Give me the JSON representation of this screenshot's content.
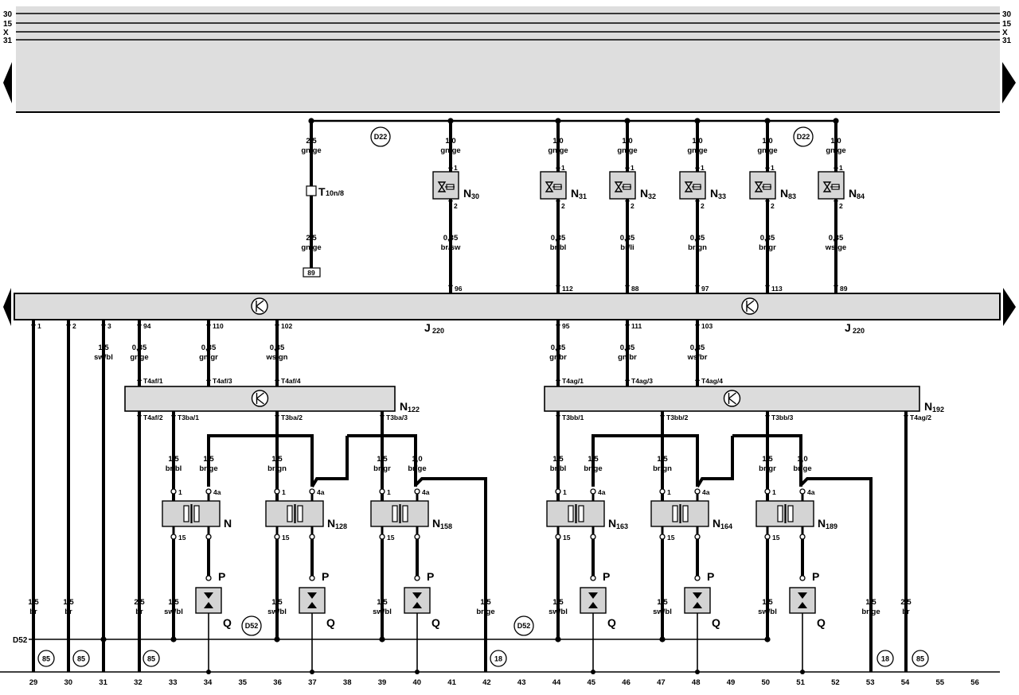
{
  "rails": {
    "left": [
      "30",
      "15",
      "X",
      "31"
    ],
    "right": [
      "30",
      "15",
      "X",
      "31"
    ]
  },
  "top_points": [
    "D22",
    "D22"
  ],
  "bottom_points": [
    "D52",
    "D52"
  ],
  "branch_label": "D52",
  "upper_wires": [
    {
      "cs": "2,5",
      "color": "gn/ge"
    },
    {
      "cs": "1,0",
      "color": "gn/ge"
    },
    {
      "cs": "1,0",
      "color": "gn/ge"
    },
    {
      "cs": "1,0",
      "color": "gn/ge"
    },
    {
      "cs": "1,0",
      "color": "gn/ge"
    },
    {
      "cs": "1,0",
      "color": "gn/ge"
    },
    {
      "cs": "1,0",
      "color": "gn/ge"
    }
  ],
  "connector_t10": {
    "letter": "T",
    "sub": "10n/8",
    "lower_cs": "2,5",
    "lower_color": "gn/ge",
    "ref": "89"
  },
  "injectors": [
    {
      "name": "N",
      "sub": "30",
      "pin_top": "1",
      "pin_bottom": "2",
      "cs": "0,35",
      "color": "br/sw",
      "pin": "96"
    },
    {
      "name": "N",
      "sub": "31",
      "pin_top": "1",
      "pin_bottom": "2",
      "cs": "0,35",
      "color": "br/bl",
      "pin": "112"
    },
    {
      "name": "N",
      "sub": "32",
      "pin_top": "1",
      "pin_bottom": "2",
      "cs": "0,35",
      "color": "br/li",
      "pin": "88"
    },
    {
      "name": "N",
      "sub": "33",
      "pin_top": "1",
      "pin_bottom": "2",
      "cs": "0,35",
      "color": "br/gn",
      "pin": "97"
    },
    {
      "name": "N",
      "sub": "83",
      "pin_top": "1",
      "pin_bottom": "2",
      "cs": "0,35",
      "color": "br/gr",
      "pin": "113"
    },
    {
      "name": "N",
      "sub": "84",
      "pin_top": "1",
      "pin_bottom": "2",
      "cs": "0,35",
      "color": "ws/ge",
      "pin": "89"
    }
  ],
  "ecu": {
    "name": "J",
    "sub": "220"
  },
  "ecu_bottom_pins": [
    "1",
    "2",
    "3",
    "94",
    "110",
    "102",
    "95",
    "111",
    "103"
  ],
  "wire_3": {
    "cs": "1,5",
    "color": "sw/bl"
  },
  "stage_mods": [
    {
      "name": "N",
      "sub": "122",
      "inputs": [
        {
          "pin": "94",
          "cs": "0,35",
          "color": "gr/ge",
          "conn": "T4af/1"
        },
        {
          "pin": "110",
          "cs": "0,35",
          "color": "gn/gr",
          "conn": "T4af/3"
        },
        {
          "pin": "102",
          "cs": "0,35",
          "color": "ws/gn",
          "conn": "T4af/4"
        }
      ],
      "outputs": [
        "T4af/2",
        "T3ba/1",
        "T3ba/2",
        "T3ba/3"
      ]
    },
    {
      "name": "N",
      "sub": "192",
      "inputs": [
        {
          "pin": "95",
          "cs": "0,35",
          "color": "gr/br",
          "conn": "T4ag/1"
        },
        {
          "pin": "111",
          "cs": "0,35",
          "color": "gn/br",
          "conn": "T4ag/3"
        },
        {
          "pin": "103",
          "cs": "0,35",
          "color": "ws/br",
          "conn": "T4ag/4"
        }
      ],
      "outputs": [
        "T3bb/1",
        "T3bb/2",
        "T3bb/3",
        "T4ag/2"
      ]
    }
  ],
  "coils": [
    {
      "name": "N",
      "sub": "",
      "in_cs": "1,5",
      "in_color": "br/bl",
      "a_cs": "1,5",
      "a_color": "br/ge",
      "pin1": "1",
      "pin4a": "4a",
      "pin15": "15",
      "gnd_cs": "1,5",
      "gnd_color": "sw/bl",
      "plug": "P",
      "spark": "Q"
    },
    {
      "name": "N",
      "sub": "128",
      "in_cs": "1,5",
      "in_color": "br/gn",
      "pin1": "1",
      "pin4a": "4a",
      "pin15": "15",
      "gnd_cs": "1,5",
      "gnd_color": "sw/bl",
      "plug": "P",
      "spark": "Q"
    },
    {
      "name": "N",
      "sub": "158",
      "in_cs": "1,5",
      "in_color": "br/gr",
      "a_cs": "1,0",
      "a_color": "br/ge",
      "pin1": "1",
      "pin4a": "4a",
      "pin15": "15",
      "gnd_cs": "1,5",
      "gnd_color": "sw/bl",
      "plug": "P",
      "spark": "Q"
    },
    {
      "name": "N",
      "sub": "163",
      "in_cs": "1,5",
      "in_color": "br/bl",
      "a_cs": "1,5",
      "a_color": "br/ge",
      "pin1": "1",
      "pin4a": "4a",
      "pin15": "15",
      "gnd_cs": "1,5",
      "gnd_color": "sw/bl",
      "plug": "P",
      "spark": "Q"
    },
    {
      "name": "N",
      "sub": "164",
      "in_cs": "1,5",
      "in_color": "br/gn",
      "pin1": "1",
      "pin4a": "4a",
      "pin15": "15",
      "gnd_cs": "1,5",
      "gnd_color": "sw/bl",
      "plug": "P",
      "spark": "Q"
    },
    {
      "name": "N",
      "sub": "189",
      "in_cs": "1,5",
      "in_color": "br/gr",
      "a_cs": "1,0",
      "a_color": "br/ge",
      "pin1": "1",
      "pin4a": "4a",
      "pin15": "15",
      "gnd_cs": "1,5",
      "gnd_color": "sw/bl",
      "plug": "P",
      "spark": "Q"
    }
  ],
  "bottom_wires": [
    {
      "cs": "1,5",
      "color": "br"
    },
    {
      "cs": "1,5",
      "color": "br"
    },
    {
      "cs": "2,5",
      "color": "br"
    },
    {
      "cs": "1,5",
      "color": "br/ge"
    },
    {
      "cs": "1,5",
      "color": "br/ge"
    },
    {
      "cs": "2,5",
      "color": "br"
    }
  ],
  "ground_refs": [
    "85",
    "85",
    "85",
    "18",
    "18",
    "85"
  ],
  "columns": [
    "29",
    "30",
    "31",
    "32",
    "33",
    "34",
    "35",
    "36",
    "37",
    "38",
    "39",
    "40",
    "41",
    "42",
    "43",
    "44",
    "45",
    "46",
    "47",
    "48",
    "49",
    "50",
    "51",
    "52",
    "53",
    "54",
    "55",
    "56"
  ],
  "colors": {
    "ink": "#000000",
    "panel": "#dcdcdc",
    "component": "#d4d4d4"
  }
}
